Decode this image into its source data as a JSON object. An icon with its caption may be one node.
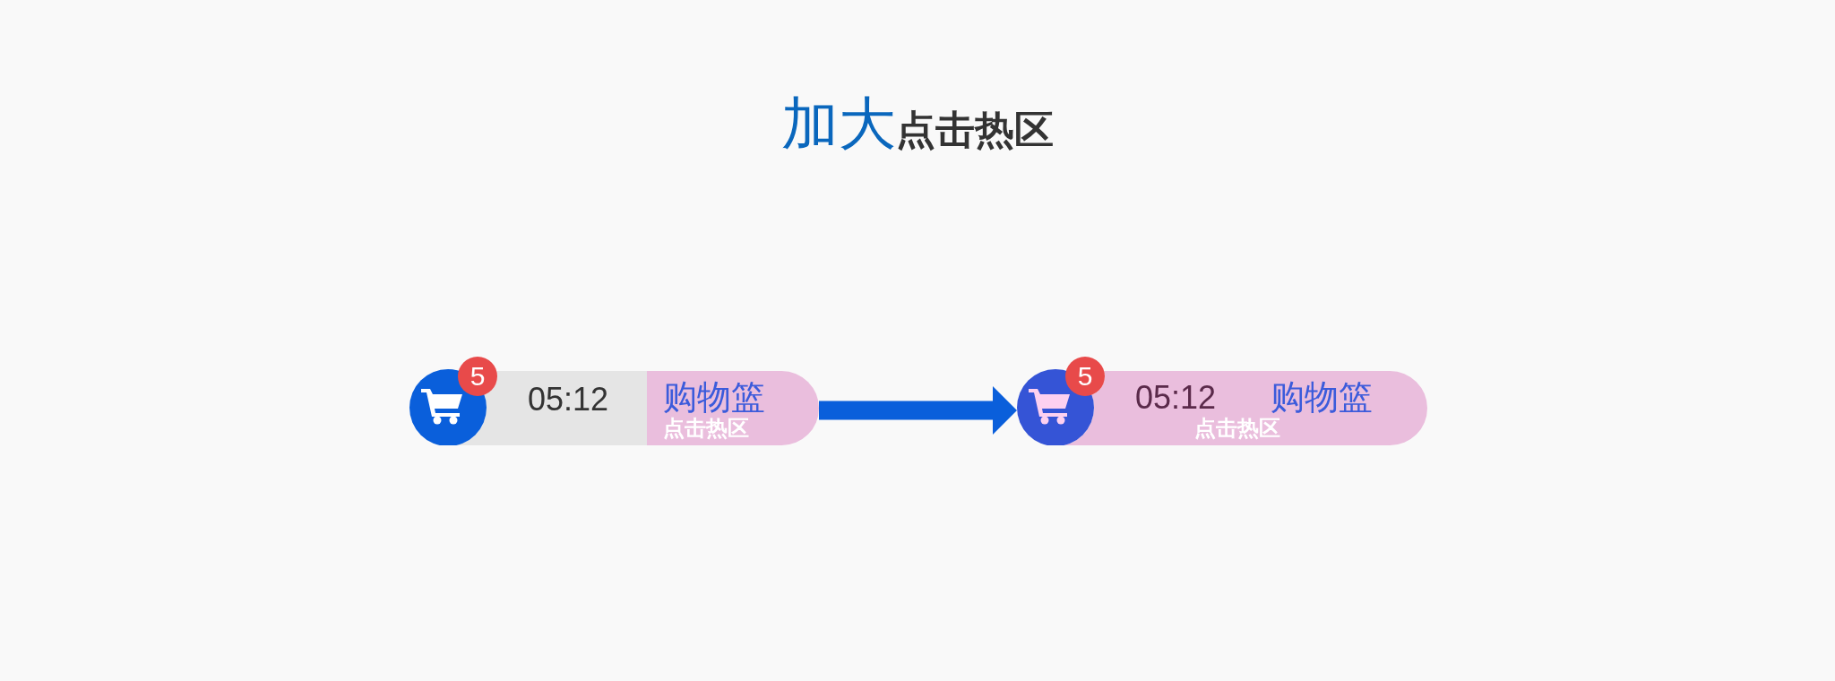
{
  "diagram": {
    "title": "**加大**点击热区",
    "nodes": [
      {
        "text": [
          "05:12"
        ]
      },
      {
        "text": [
          "购物篮",
          "点击热区"
        ]
      },
      {
        "text": [
          "5"
        ]
      },
      {
        "text": [
          "05:12",
          "购物篮",
          "点击热区"
        ]
      },
      {
        "text": [
          "5"
        ]
      }
    ],
    "edges": [
      {
        "from": 1,
        "to": 3,
        "arrow": "to"
      }
    ]
  }
}
